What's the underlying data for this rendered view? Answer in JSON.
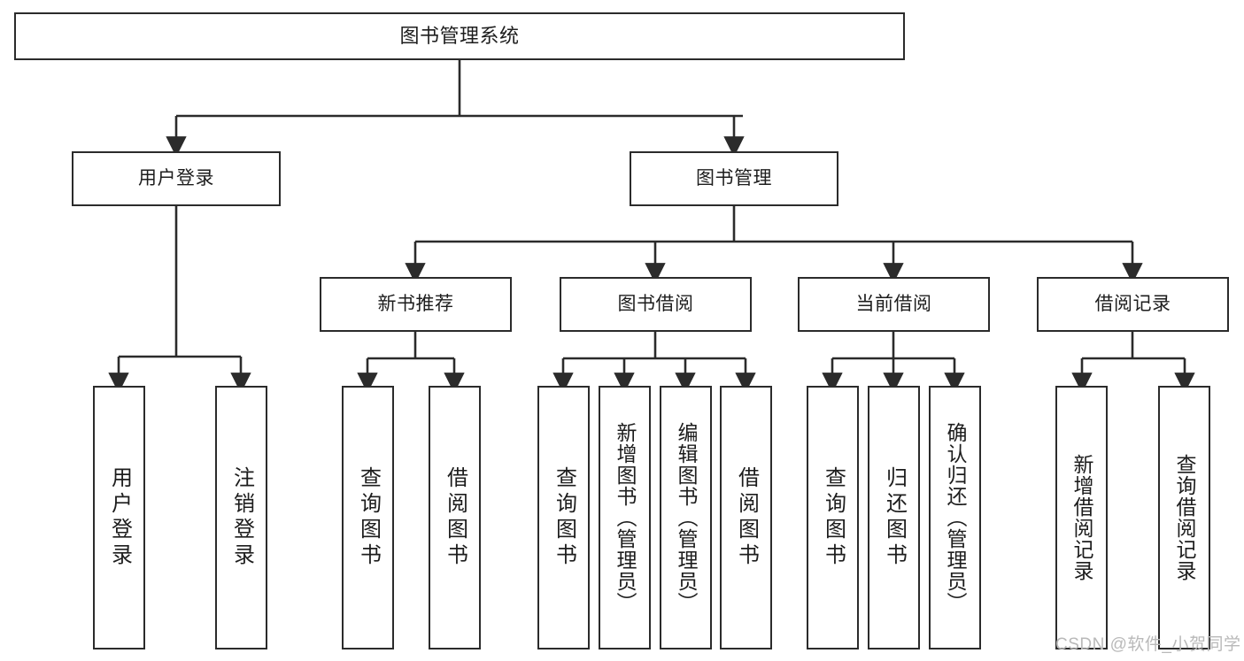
{
  "diagram": {
    "type": "tree",
    "title": "图书管理系统",
    "orientation": "top-down",
    "levels": 4,
    "colors": {
      "stroke": "#2b2b2b",
      "fill": "#ffffff",
      "text": "#1d1d1d",
      "watermark": "#b9b9b9"
    }
  },
  "nodes": {
    "root": {
      "label": "图书管理系统",
      "level": 1
    },
    "level2": [
      {
        "id": "user-login",
        "label": "用户登录"
      },
      {
        "id": "book-manage",
        "label": "图书管理"
      }
    ],
    "level3": [
      {
        "id": "new-book-recommend",
        "label": "新书推荐"
      },
      {
        "id": "book-borrow",
        "label": "图书借阅"
      },
      {
        "id": "current-borrow",
        "label": "当前借阅"
      },
      {
        "id": "borrow-record",
        "label": "借阅记录"
      }
    ],
    "leaves": [
      {
        "id": "leaf-user-login",
        "label": "用户登录",
        "parent": "user-login"
      },
      {
        "id": "leaf-logout-login",
        "label": "注销登录",
        "parent": "user-login"
      },
      {
        "id": "leaf-query-book-1",
        "label": "查询图书",
        "parent": "new-book-recommend"
      },
      {
        "id": "leaf-borrow-book-1",
        "label": "借阅图书",
        "parent": "new-book-recommend"
      },
      {
        "id": "leaf-query-book-2",
        "label": "查询图书",
        "parent": "book-borrow"
      },
      {
        "id": "leaf-add-book",
        "label": "新增图书（管理员）",
        "parent": "book-borrow"
      },
      {
        "id": "leaf-edit-book",
        "label": "编辑图书（管理员）",
        "parent": "book-borrow"
      },
      {
        "id": "leaf-borrow-book-2",
        "label": "借阅图书",
        "parent": "book-borrow"
      },
      {
        "id": "leaf-query-book-3",
        "label": "查询图书",
        "parent": "current-borrow"
      },
      {
        "id": "leaf-return-book",
        "label": "归还图书",
        "parent": "current-borrow"
      },
      {
        "id": "leaf-confirm-return",
        "label": "确认归还（管理员）",
        "parent": "current-borrow"
      },
      {
        "id": "leaf-add-record",
        "label": "新增借阅记录",
        "parent": "borrow-record"
      },
      {
        "id": "leaf-query-record",
        "label": "查询借阅记录",
        "parent": "borrow-record"
      }
    ]
  },
  "watermark": {
    "text": "CSDN @软件_小贺同学"
  }
}
